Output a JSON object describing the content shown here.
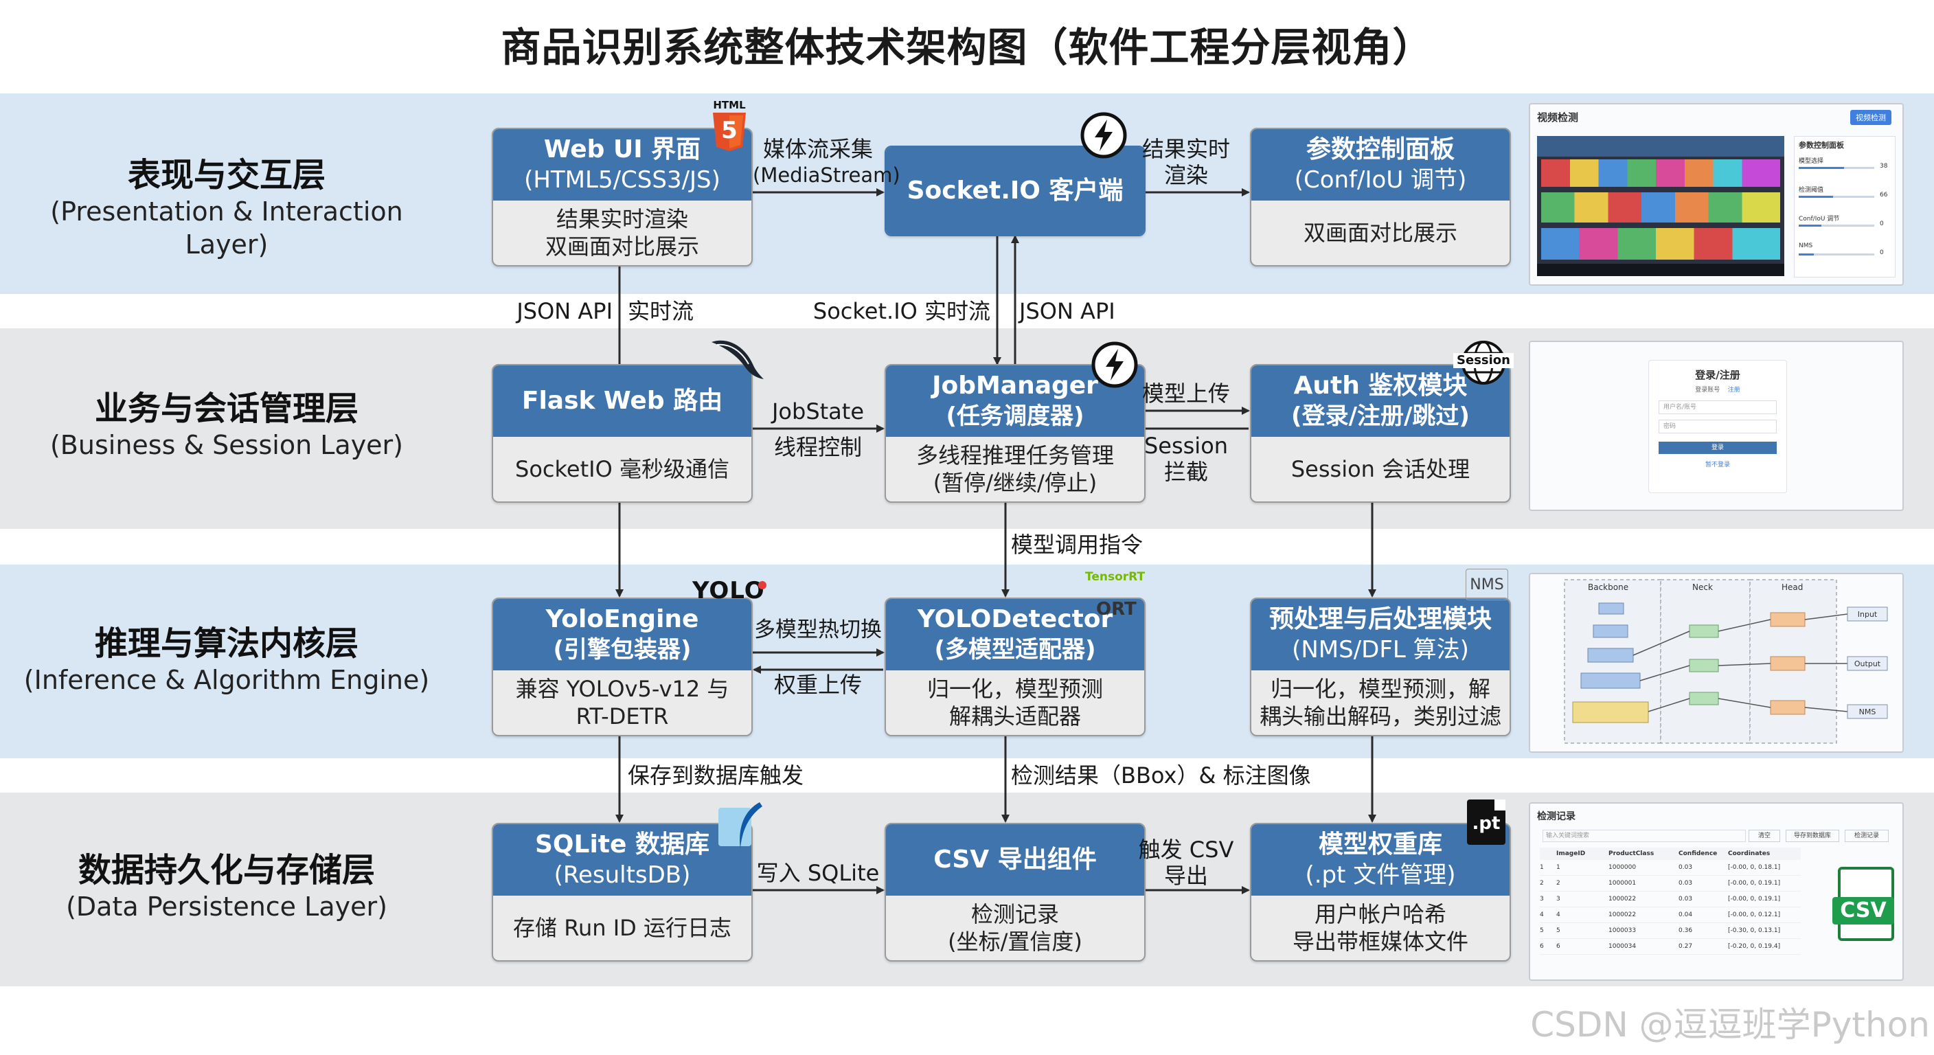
{
  "title": "商品识别系统整体技术架构图（软件工程分层视角）",
  "layers": [
    {
      "zh": "表现与交互层",
      "en": "(Presentation & Interaction Layer)"
    },
    {
      "zh": "业务与会话管理层",
      "en": "(Business & Session Layer)"
    },
    {
      "zh": "推理与算法内核层",
      "en": "(Inference & Algorithm Engine)"
    },
    {
      "zh": "数据持久化与存储层",
      "en": "(Data Persistence Layer)"
    }
  ],
  "boxes": {
    "webui": {
      "title": "Web UI 界面",
      "sub": "(HTML5/CSS3/JS)",
      "body1": "结果实时渲染",
      "body2": "双画面对比展示"
    },
    "socketio_client": {
      "title": "Socket.IO 客户端"
    },
    "params": {
      "title": "参数控制面板",
      "sub": "(Conf/IoU 调节)",
      "body1": "双画面对比展示"
    },
    "flask": {
      "title": "Flask Web 路由",
      "body1": "SocketIO 毫秒级通信"
    },
    "jobmanager": {
      "title": "JobManager",
      "sub": "(任务调度器)",
      "body1": "多线程推理任务管理",
      "body2": "(暂停/继续/停止)"
    },
    "auth": {
      "title": "Auth 鉴权模块",
      "sub": "(登录/注册/跳过)",
      "body1": "Session 会话处理"
    },
    "yoloengine": {
      "title": "YoloEngine",
      "sub": "(引擎包装器)",
      "body1": "兼容 YOLOv5-v12 与",
      "body2": "RT-DETR"
    },
    "yolodetector": {
      "title": "YOLODetector",
      "sub": "(多模型适配器)",
      "body1": "归一化，模型预测",
      "body2": "解耦头适配器"
    },
    "prepost": {
      "title": "预处理与后处理模块",
      "sub": "(NMS/DFL 算法)",
      "body1": "归一化，模型预测，解",
      "body2": "耦头输出解码，类别过滤"
    },
    "sqlite": {
      "title": "SQLite 数据库",
      "sub": "(ResultsDB)",
      "body1": "存储 Run ID 运行日志"
    },
    "csv": {
      "title": "CSV 导出组件",
      "body1": "检测记录",
      "body2": "(坐标/置信度)"
    },
    "weights": {
      "title": "模型权重库",
      "sub": "(.pt 文件管理)",
      "body1": "用户帐户哈希",
      "body2": "导出带框媒体文件"
    }
  },
  "edge_labels": {
    "media_1": "媒体流采集",
    "media_2": "(MediaStream)",
    "render_1": "结果实时",
    "render_2": "渲染",
    "json_api_left": "JSON API",
    "realtime_left": "实时流",
    "socketio_rt": "Socket.IO 实时流",
    "json_api_mid": "JSON API",
    "jobstate": "JobState",
    "thread_ctrl": "线程控制",
    "model_upload": "模型上传",
    "session_intercept_1": "Session",
    "session_intercept_2": "拦截",
    "model_call": "模型调用指令",
    "hot_switch": "多模型热切换",
    "weight_upload": "权重上传",
    "save_trigger": "保存到数据库触发",
    "detect_result": "检测结果（BBox）& 标注图像",
    "write_sqlite": "写入 SQLite",
    "csv_export_1": "触发 CSV",
    "csv_export_2": "导出"
  },
  "badges": {
    "html5": "HTML",
    "html5_num": "5",
    "yolo": "YOLO",
    "tensorrt": "TensorRT",
    "ort": "ORT",
    "nms": "NMS",
    "session": "Session",
    "pt": ".pt",
    "csv": "CSV"
  },
  "thumbnails": {
    "video": {
      "title": "视频检测",
      "button": "视频检测",
      "panel_title": "参数控制面板",
      "rows": [
        "模型选择",
        "检测阈值",
        "Conf/IoU 调节",
        "NMS"
      ],
      "vals": [
        "38",
        "66",
        "0",
        "0"
      ]
    },
    "login": {
      "title": "登录/注册",
      "tab1": "登录账号",
      "tab2": "注册",
      "field1": "用户名/账号",
      "field2": "密码",
      "button": "登录",
      "link": "暂不登录"
    },
    "arch": {
      "backbone": "Backbone",
      "neck": "Neck",
      "head": "Head",
      "input": "Input",
      "output": "Output",
      "nms": "NMS"
    },
    "records": {
      "title": "检测记录",
      "search_placeholder": "输入关键词搜索",
      "buttons": [
        "清空",
        "导存到数据库",
        "检测记录"
      ],
      "columns": [
        "ImageID",
        "ProductClass",
        "Confidence",
        "Coordinates"
      ],
      "rows": [
        [
          "1",
          "1",
          "1000000",
          "0.03",
          "[-0.00, 0, 0.18.1]"
        ],
        [
          "2",
          "2",
          "1000001",
          "0.03",
          "[-0.00, 0, 0.19.1]"
        ],
        [
          "3",
          "3",
          "1000022",
          "0.03",
          "[-0.00, 0, 0.19.1]"
        ],
        [
          "4",
          "4",
          "1000022",
          "0.04",
          "[-0.00, 0, 0.12.1]"
        ],
        [
          "5",
          "5",
          "1000033",
          "0.36",
          "[-0.30, 0, 0.13.1]"
        ],
        [
          "6",
          "6",
          "1000034",
          "0.27",
          "[-0.20, 0, 0.19.4]"
        ]
      ]
    }
  },
  "watermark": "CSDN @逗逗班学Python"
}
